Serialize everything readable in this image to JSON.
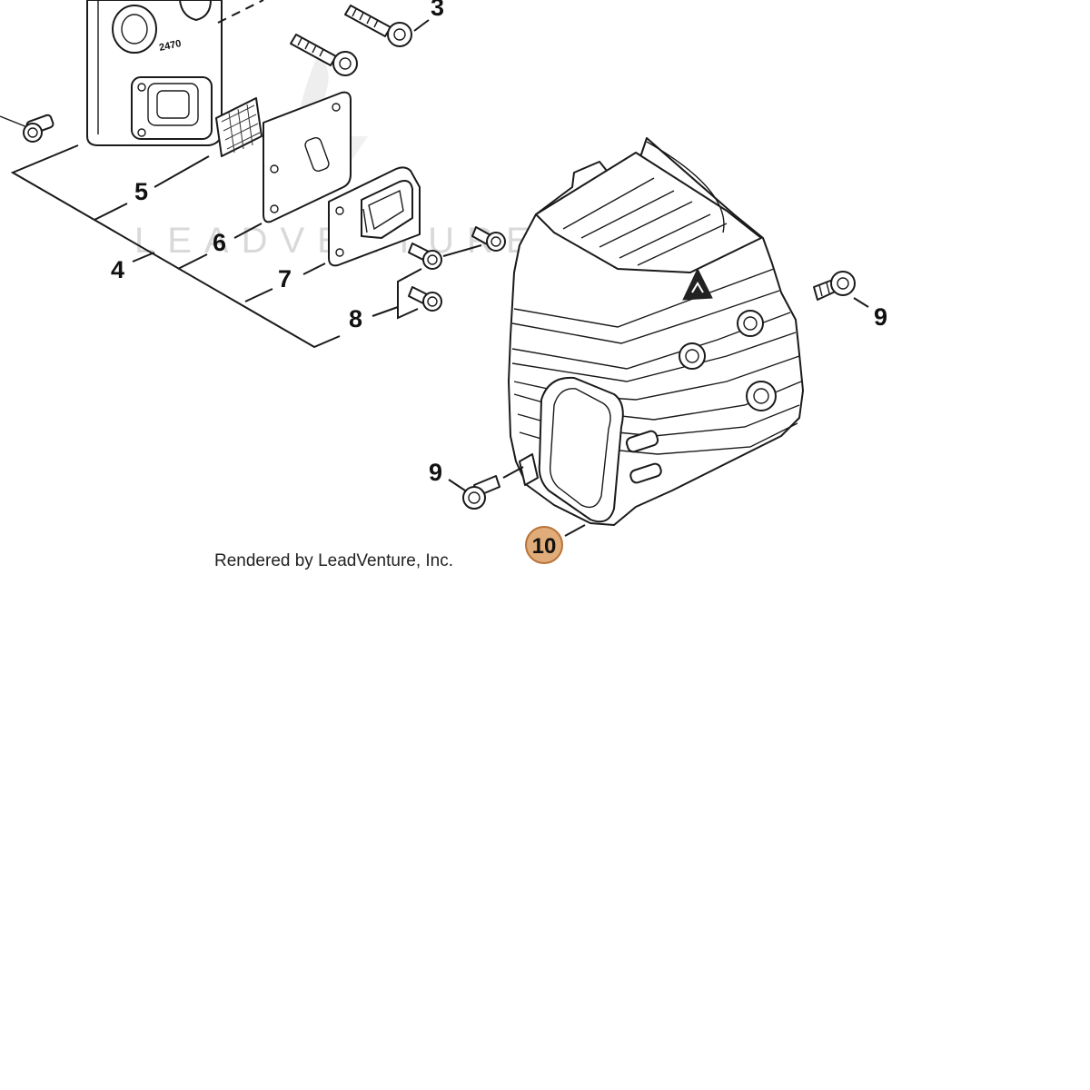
{
  "diagram": {
    "watermark": "LEADVENTURE",
    "credit": "Rendered by LeadVenture, Inc.",
    "highlight_color": "#e0ad7a",
    "highlight_stroke": "#b8733a",
    "callouts": {
      "c3": "3",
      "c4": "4",
      "c5": "5",
      "c6": "6",
      "c7": "7",
      "c8": "8",
      "c9_right": "9",
      "c9_left": "9",
      "c10": "10"
    },
    "part_stamp": "2470"
  }
}
